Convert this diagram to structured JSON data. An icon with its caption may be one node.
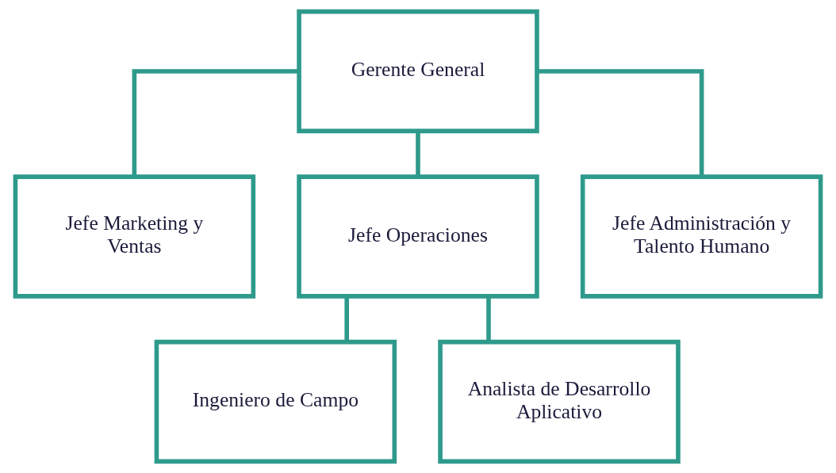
{
  "diagram": {
    "nodes": [
      {
        "text": [
          "Gerente General"
        ]
      },
      {
        "text": [
          "Jefe Marketing y Ventas"
        ]
      },
      {
        "text": [
          "Jefe Operaciones"
        ]
      },
      {
        "text": [
          "Jefe Administración y Talento Humano"
        ]
      },
      {
        "text": [
          "Ingeniero de Campo"
        ]
      },
      {
        "text": [
          "Analista de Desarrollo Aplicativo"
        ]
      }
    ],
    "edges": [
      {
        "from": 0,
        "to": 1,
        "arrow": "none"
      },
      {
        "from": 0,
        "to": 2,
        "arrow": "none"
      },
      {
        "from": 0,
        "to": 3,
        "arrow": "none"
      },
      {
        "from": 2,
        "to": 4,
        "arrow": "none"
      },
      {
        "from": 2,
        "to": 5,
        "arrow": "none"
      }
    ]
  }
}
